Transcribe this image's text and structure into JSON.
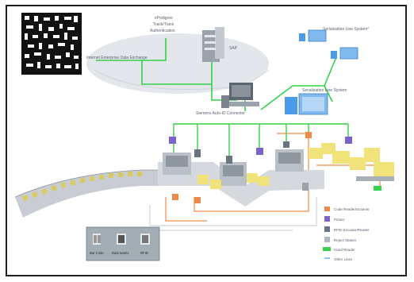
{
  "labels": {
    "cloud_top": "ePedigree",
    "cloud_line2": "Track/Trace",
    "cloud_line3": "Authentication",
    "cloud_left": "Internet Enterprise Data Exchange",
    "cloud_server": "SAP",
    "pc_label": "Siemens Auto-ID Connector",
    "line1": "Serialization Line System*",
    "line2": "Serialization Line System"
  },
  "legend": [
    {
      "label": "Code Reader/Scanner",
      "icon": "scanner-icon"
    },
    {
      "label": "Printer",
      "icon": "printer-icon"
    },
    {
      "label": "RFID Encoder/Reader",
      "icon": "rfid-icon"
    },
    {
      "label": "Reject Station",
      "icon": "reject-icon"
    },
    {
      "label": "Hand Reader",
      "icon": "hand-reader-icon"
    },
    {
      "label": "Other Lines",
      "icon": "other-lines-icon"
    }
  ],
  "panel": [
    {
      "label": "Bar Code",
      "icon": "barcode-icon"
    },
    {
      "label": "Data Matrix",
      "icon": "datamatrix-icon"
    },
    {
      "label": "RFID",
      "icon": "rfid-tag-icon"
    }
  ],
  "colors": {
    "network": "#35d14a",
    "orange_line": "#f08a4b",
    "conveyor": "#c9cdd3",
    "box": "#f2e27a",
    "machine": "#b9c0c7",
    "monitor": "#4a9be8"
  }
}
